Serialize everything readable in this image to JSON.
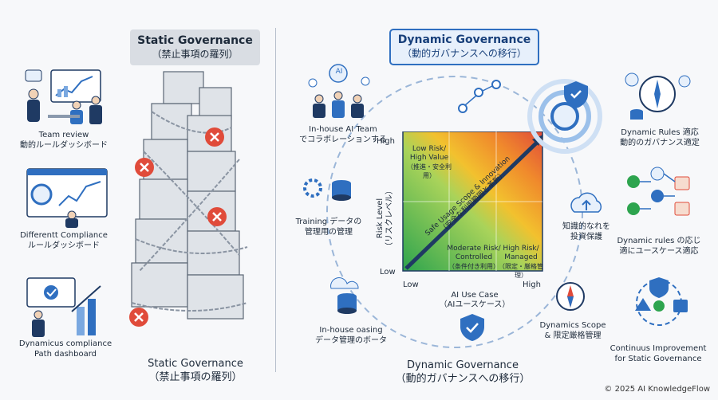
{
  "left_panel": {
    "title": "Static Governance",
    "subtitle": "（禁止事項の羅列）",
    "bottom_title": "Static Governance",
    "bottom_subtitle": "（禁止事項の羅列）",
    "items": [
      {
        "line1": "Team review",
        "line2": "動的ルールダッシボード"
      },
      {
        "line1": "Differentt Compliance",
        "line2": "ルールダッシボード"
      },
      {
        "line1": "Dynamicus compliance",
        "line2": "Path dashboard"
      }
    ]
  },
  "right_panel": {
    "title": "Dynamic Governance",
    "subtitle": "（動的ガバナンスへの移行）",
    "bottom_title": "Dynamic Governance",
    "bottom_subtitle": "（動的ガバナンスへの移行）",
    "left_items": [
      {
        "line1": "In-house AI Team",
        "line2": "でコラボレーションする"
      },
      {
        "line1": "Training データの",
        "line2": "管理用の管理"
      },
      {
        "line1": "In-house oasing",
        "line2": "データ管理のボータ"
      }
    ],
    "mid_right_items": [
      {
        "line1": "知識的なれを",
        "line2": "投資保護"
      },
      {
        "line1": "Dynamics Scope",
        "line2": "& 限定厳格管理"
      }
    ],
    "far_right_items": [
      {
        "line1": "Dynamic Rules 適応",
        "line2": "動的のガバナンス適定"
      },
      {
        "line1": "Dynamic rules の応じ",
        "line2": "適にユースケース適応"
      },
      {
        "line1": "Continuus Improvement",
        "line2": "for Static Governance"
      }
    ]
  },
  "matrix": {
    "y_axis_label": "Risk Level",
    "y_axis_sub": "（リスクレベル）",
    "x_axis_label": "AI Use Case",
    "x_axis_sub": "（AIユースケース）",
    "y_high": "High",
    "y_low": "Low",
    "x_low": "Low",
    "x_high": "High",
    "arrow_label": "Safe Usage Scope & Innovation",
    "arrow_sub": "（安全な利用範囲と革新）",
    "quadrants": {
      "top_left": {
        "line1": "Low Risk/",
        "line2": "High Value",
        "line3": "（推進・安全利用）"
      },
      "bottom_mid": {
        "line1": "Moderate Risk/",
        "line2": "Controlled",
        "line3": "（条件付き利用）"
      },
      "bottom_right": {
        "line1": "High Risk/",
        "line2": "Managed",
        "line3": "（限定・厳格管理）"
      }
    },
    "ai_label": "AI"
  },
  "footer": "© 2025 AI KnowledgeFlow",
  "colors": {
    "accent": "#2f6fc0",
    "green": "#2da44e",
    "yellow": "#f2c12e",
    "orange": "#f08a2c",
    "red": "#e04b3a",
    "navy": "#1f3a63"
  }
}
